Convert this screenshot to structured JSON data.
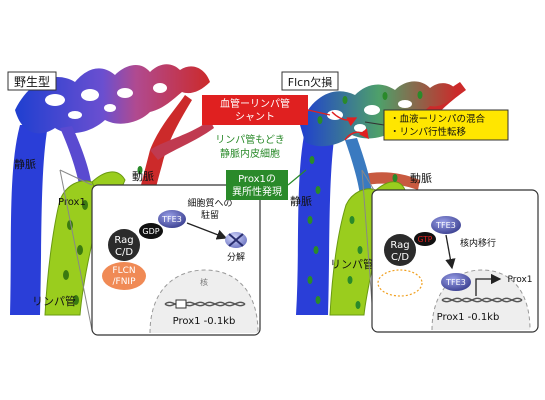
{
  "left_panel": {
    "title": "野生型",
    "labels": {
      "vein": "静脈",
      "artery": "動脈",
      "prox1": "Prox1",
      "lymph": "リンパ管"
    },
    "inset": {
      "rag": [
        "Rag",
        "C/D"
      ],
      "gdp": "GDP",
      "tfe3": "TFE3",
      "flcn": [
        "FLCN",
        "/FNIP"
      ],
      "cytoplasm": [
        "細胞質への",
        "駐留"
      ],
      "degradation": "分解",
      "nucleus": "核",
      "gene": "Prox1 -0.1kb"
    }
  },
  "right_panel": {
    "title": "Flcn欠損",
    "labels": {
      "vein": "静脈",
      "artery": "動脈",
      "lymph": "リンパ管"
    },
    "callouts": {
      "shunt": [
        "血管ーリンパ管",
        "シャント"
      ],
      "venous_endo": [
        "リンパ管もどき",
        "静脈内皮細胞"
      ],
      "ectopic": [
        "Prox1の",
        "異所性発現"
      ],
      "outcomes": [
        "・血液ーリンパの混合",
        "・リンパ行性転移"
      ]
    },
    "inset": {
      "rag": [
        "Rag",
        "C/D"
      ],
      "gtp": "GTP",
      "tfe3_top": "TFE3",
      "translocation": "核内移行",
      "tfe3_nuc": "TFE3",
      "prox1_out": "Prox1",
      "gene": "Prox1 -0.1kb"
    }
  },
  "colors": {
    "vein": "#1f3fd0",
    "artery": "#cc2a2a",
    "lymph": "#9acd1e",
    "callout_red": "#e02020",
    "callout_green": "#2a8a2a",
    "callout_yellow": "#ffe600",
    "tfe3": "#5a5fb0",
    "flcn": "#f08a55"
  }
}
